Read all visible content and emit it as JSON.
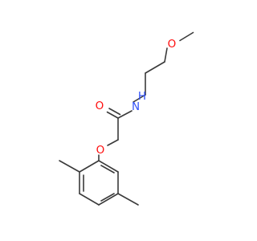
{
  "molecule": {
    "atoms": {
      "methoxy_oxygen": "O",
      "carbonyl_oxygen": "O",
      "amide_nitrogen": "N",
      "amide_hydrogen": "H",
      "ether_oxygen": "O"
    },
    "colors": {
      "bond": "#3a3a3a",
      "oxygen": "#ff0d0d",
      "nitrogen": "#3050f8"
    }
  }
}
